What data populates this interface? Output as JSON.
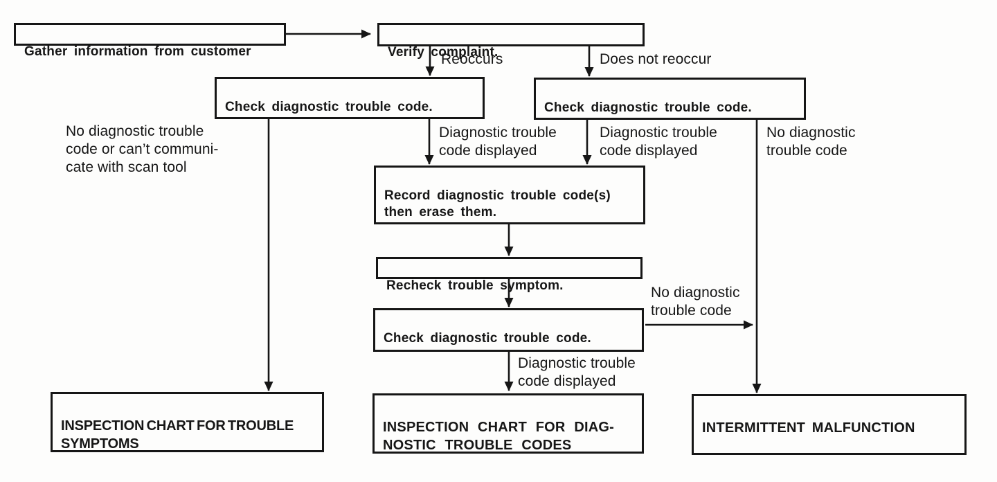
{
  "page": {
    "background": "#fdfdfc",
    "ink": "#161616",
    "description": "Diagnosis troubleshooting flowchart (scanned service manual page)"
  },
  "nodes": {
    "gather": {
      "label": "Gather information from customer"
    },
    "verify": {
      "label": "Verify  complaint."
    },
    "check_left": {
      "label": "Check diagnostic trouble code."
    },
    "check_right": {
      "label": "Check diagnostic trouble code."
    },
    "record": {
      "label": "Record diagnostic trouble code(s)\nthen erase them."
    },
    "recheck": {
      "label": "Recheck trouble symptom."
    },
    "check_again": {
      "label": "Check diagnostic trouble code."
    },
    "inspection_symptoms": {
      "label": "INSPECTION CHART FOR TROUBLE\nSYMPTOMS"
    },
    "inspection_codes": {
      "label": "INSPECTION CHART FOR DIAG-\nNOSTIC TROUBLE CODES"
    },
    "intermittent": {
      "label": "INTERMITTENT MALFUNCTION"
    }
  },
  "edge_labels": {
    "reoccurs": "Reoccurs",
    "does_not_reoccur": "Does not reoccur",
    "no_dtc_or_no_comm": "No diagnostic trouble\ncode or can’t communi-\ncate with scan tool",
    "dtc_displayed_left": "Diagnostic trouble\ncode displayed",
    "dtc_displayed_right": "Diagnostic trouble\ncode displayed",
    "no_dtc_right": "No diagnostic\ntrouble code",
    "no_dtc_after_recheck": "No diagnostic\ntrouble code",
    "dtc_displayed_bottom": "Diagnostic trouble\ncode displayed"
  }
}
